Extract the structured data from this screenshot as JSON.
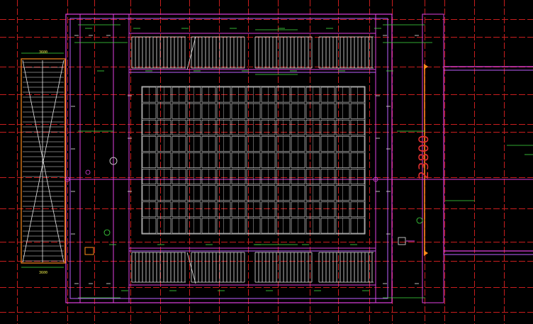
{
  "drawing": {
    "overall_dimension": "23800",
    "stair_width_dims": [
      "3600",
      "3600"
    ],
    "axis_ticks": [
      "+",
      "+",
      "+",
      "+",
      "+",
      "+"
    ],
    "colors": {
      "background": "#000000",
      "grid_line": "#c81e1e",
      "wall": "#e040e0",
      "wall_alt": "#c060ff",
      "dimension": "#40e040",
      "detail": "#e8e8e8",
      "stair": "#e8e8e8",
      "accent": "#ff8c1a",
      "label": "#e8e84a"
    },
    "icons": [
      "grid-line",
      "column-marker",
      "stair-symbol",
      "elevator-symbol",
      "section-mark"
    ]
  }
}
